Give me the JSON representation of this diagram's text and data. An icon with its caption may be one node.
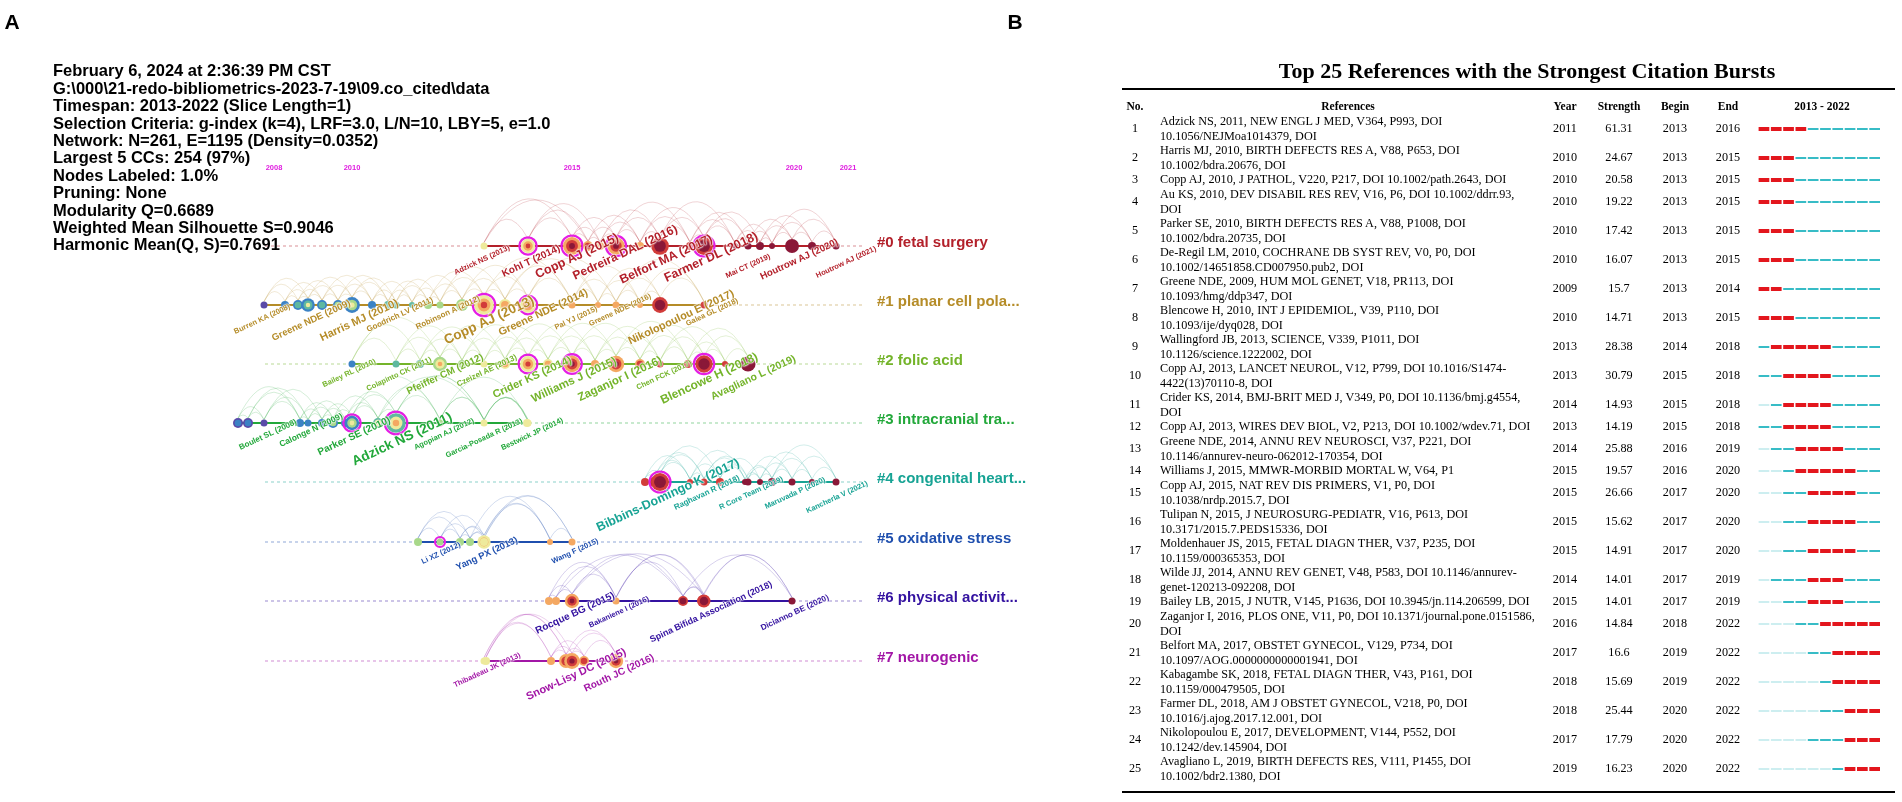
{
  "diagram": {
    "labels": [
      "A",
      "February 6, 2024 at 2:36:39 PM CST",
      "G:\\000\\21-redo-bibliometrics-2023-7-19\\09.co_cited\\data",
      "Timespan: 2013-2022 (Slice Length=1)",
      "Selection Criteria: g-index (k=4), LRF=3.0, L/N=10, LBY=5, e=1.0",
      "Network: N=261, E=1195 (Density=0.0352)",
      "Largest 5 CCs: 254 (97%)",
      "Nodes Labeled: 1.0%",
      "Pruning: None",
      "Modularity Q=0.6689",
      "Weighted Mean Silhouette S=0.9046",
      "Harmonic Mean(Q, S)=0.7691",
      "2008",
      "2010",
      "2015",
      "2020",
      "2021",
      "Adzick NS (2013)",
      "Kohl T (2014)",
      "Copp AJ (2015)",
      "Pedreira DAL (2016)",
      "Belfort MA (2017)",
      "Farmer DL (2018)",
      "Mai CT (2019)",
      "Houtrow AJ (2020)",
      "Houtrow AJ (2021)",
      "#0 fetal surgery",
      "Burren KA (2008)",
      "Greene NDE (2009)",
      "Harris MJ (2010)",
      "Goodrich LV (2011)",
      "Robinson A (2012)",
      "Copp AJ (2013)",
      "Greene NDE (2014)",
      "Pal YJ (2015)",
      "Greene NDE (2016)",
      "Nikolopoulou E (2017)",
      "Galea GL (2018)",
      "#1 planar cell pola...",
      "Bailey RL (2010)",
      "Colapinto CK (2011)",
      "Pfeiffer CM (2012)",
      "Czeizel AE (2013)",
      "Crider KS (2014)",
      "Williams J (2015)",
      "Zaganjor I (2016)",
      "Chen FCK (2017)",
      "Blencowe H (2018)",
      "Avagliano L (2019)",
      "#2 folic acid",
      "Boulet SL (2008)",
      "Calonge N (2009)",
      "Parker SE (2010)",
      "Adzick NS (2011)",
      "Agopian AJ (2012)",
      "Garcia-Posada R (2013)",
      "Bestwick JP (2014)",
      "#3 intracranial tra...",
      "Bibbins-Domingo K (2017)",
      "Raghavan R (2018)",
      "R Core Team (2019)",
      "Maruvada P (2020)",
      "Kancherla V (2021)",
      "#4 congenital heart...",
      "Li XZ (2012)",
      "Yang PX (2013)",
      "Wang F (2015)",
      "#5 oxidative stress",
      "Rocque BG (2015)",
      "Bakaniene I (2016)",
      "Spina Bifida Association (2018)",
      "Dicianno BE (2020)",
      "#6 physical activit...",
      "Thibadeau JK (2013)",
      "Snow-Lisy DC (2015)",
      "Routh JC (2016)",
      "#7 neurogenic",
      "B",
      "Top 25 References with the Strongest Citation Bursts",
      "No.",
      "References",
      "Year",
      "Strength",
      "Begin",
      "End",
      "2013 - 2022",
      "1",
      "Adzick NS, 2011, NEW ENGL J MED, V364, P993, DOI 10.1056/NEJMoa1014379, DOI",
      "2011",
      "61.31",
      "2013",
      "2016",
      "2",
      "Harris MJ, 2010, BIRTH DEFECTS RES A, V88, P653, DOI 10.1002/bdra.20676, DOI",
      "2010",
      "24.67",
      "2013",
      "2015",
      "3",
      "Copp AJ, 2010, J PATHOL, V220, P217, DOI 10.1002/path.2643, DOI",
      "2010",
      "20.58",
      "2013",
      "2015",
      "4",
      "Au KS, 2010, DEV DISABIL RES REV, V16, P6, DOI 10.1002/ddrr.93, DOI",
      "2010",
      "19.22",
      "2013",
      "2015",
      "5",
      "Parker SE, 2010, BIRTH DEFECTS RES A, V88, P1008, DOI 10.1002/bdra.20735, DOI",
      "2010",
      "17.42",
      "2013",
      "2015",
      "6",
      "De-Regil LM, 2010, COCHRANE DB SYST REV, V0, P0, DOI 10.1002/14651858.CD007950.pub2, DOI",
      "2010",
      "16.07",
      "2013",
      "2015",
      "7",
      "Greene NDE, 2009, HUM MOL GENET, V18, PR113, DOI 10.1093/hmg/ddp347, DOI",
      "2009",
      "15.7",
      "2013",
      "2014",
      "8",
      "Blencowe H, 2010, INT J EPIDEMIOL, V39, P110, DOI 10.1093/ije/dyq028, DOI",
      "2010",
      "14.71",
      "2013",
      "2015",
      "9",
      "Wallingford JB, 2013, SCIENCE, V339, P1011, DOI 10.1126/science.1222002, DOI",
      "2013",
      "28.38",
      "2014",
      "2018",
      "10",
      "Copp AJ, 2013, LANCET NEUROL, V12, P799, DOI 10.1016/S1474-4422(13)70110-8, DOI",
      "2013",
      "30.79",
      "2015",
      "2018",
      "11",
      "Crider KS, 2014, BMJ-BRIT MED J, V349, P0, DOI 10.1136/bmj.g4554, DOI",
      "2014",
      "14.93",
      "2015",
      "2018",
      "12",
      "Copp AJ, 2013, WIRES DEV BIOL, V2, P213, DOI 10.1002/wdev.71, DOI",
      "2013",
      "14.19",
      "2015",
      "2018",
      "13",
      "Greene NDE, 2014, ANNU REV NEUROSCI, V37, P221, DOI 10.1146/annurev-neuro-062012-170354, DOI",
      "2014",
      "25.88",
      "2016",
      "2019",
      "14",
      "Williams J, 2015, MMWR-MORBID MORTAL W, V64, P1",
      "2015",
      "19.57",
      "2016",
      "2020",
      "15",
      "Copp AJ, 2015, NAT REV DIS PRIMERS, V1, P0, DOI 10.1038/nrdp.2015.7, DOI",
      "2015",
      "26.66",
      "2017",
      "2020",
      "16",
      "Tulipan N, 2015, J NEUROSURG-PEDIATR, V16, P613, DOI 10.3171/2015.7.PEDS15336, DOI",
      "2015",
      "15.62",
      "2017",
      "2020",
      "17",
      "Moldenhauer JS, 2015, FETAL DIAGN THER, V37, P235, DOI 10.1159/000365353, DOI",
      "2015",
      "14.91",
      "2017",
      "2020",
      "18",
      "Wilde JJ, 2014, ANNU REV GENET, V48, P583, DOI 10.1146/annurev-genet-120213-092208, DOI",
      "2014",
      "14.01",
      "2017",
      "2019",
      "19",
      "Bailey LB, 2015, J NUTR, V145, P1636, DOI 10.3945/jn.114.206599, DOI",
      "2015",
      "14.01",
      "2017",
      "2019",
      "20",
      "Zaganjor I, 2016, PLOS ONE, V11, P0, DOI 10.1371/journal.pone.0151586, DOI",
      "2016",
      "14.84",
      "2018",
      "2022",
      "21",
      "Belfort MA, 2017, OBSTET GYNECOL, V129, P734, DOI 10.1097/AOG.0000000000001941, DOI",
      "2017",
      "16.6",
      "2019",
      "2022",
      "22",
      "Kabagambe SK, 2018, FETAL DIAGN THER, V43, P161, DOI 10.1159/000479505, DOI",
      "2018",
      "15.69",
      "2019",
      "2022",
      "23",
      "Farmer DL, 2018, AM J OBSTET GYNECOL, V218, P0, DOI 10.1016/j.ajog.2017.12.001, DOI",
      "2018",
      "25.44",
      "2020",
      "2022",
      "24",
      "Nikolopoulou E, 2017, DEVELOPMENT, V144, P552, DOI 10.1242/dev.145904, DOI",
      "2017",
      "17.79",
      "2020",
      "2022",
      "25",
      "Avagliano L, 2019, BIRTH DEFECTS RES, V111, P1455, DOI 10.1002/bdr2.1380, DOI",
      "2019",
      "16.23",
      "2020",
      "2022"
    ]
  }
}
